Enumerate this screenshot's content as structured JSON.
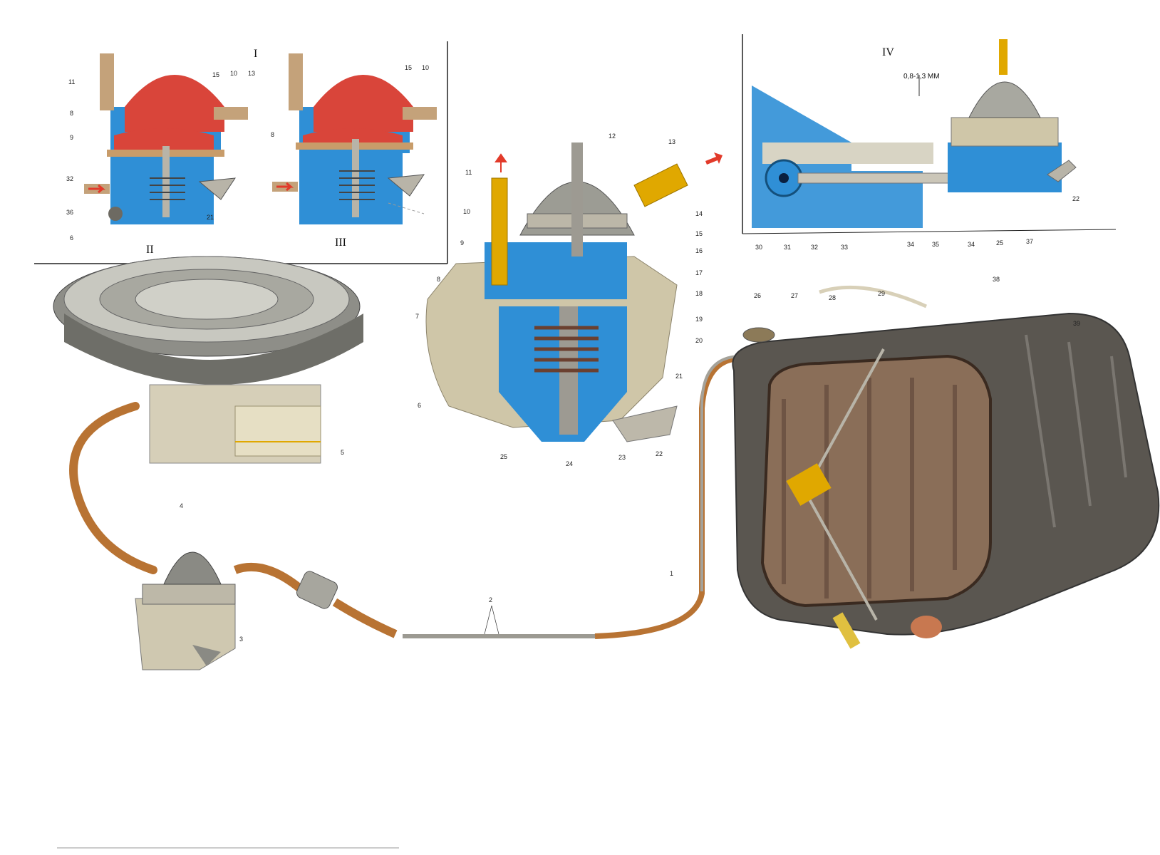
{
  "colors": {
    "fuel_red": "#d9453a",
    "housing_blue": "#2f8fd6",
    "metal": "#b8b4a8",
    "metal_dark": "#6d6a62",
    "copper": "#b87333",
    "brass": "#e0a800",
    "tank": "#5a5650",
    "tank_inner": "#8a6e58",
    "arrow": "#e23a2a"
  },
  "views": {
    "v1": "I",
    "v2": "II",
    "v3": "III",
    "v4": "IV"
  },
  "dimension": "0,8-1,3 MM",
  "labels": {
    "i_11": "11",
    "i_8": "8",
    "i_9": "9",
    "i_32": "32",
    "i_36": "36",
    "i_6": "6",
    "i_15": "15",
    "i_10": "10",
    "i_13": "13",
    "i_21": "21",
    "iii_15": "15",
    "iii_10": "10",
    "iii_8": "8",
    "m_11": "11",
    "m_12": "12",
    "m_13": "13",
    "m_10": "10",
    "m_9": "9",
    "m_8": "8",
    "m_7": "7",
    "m_6": "6",
    "m_14": "14",
    "m_15": "15",
    "m_16": "16",
    "m_17": "17",
    "m_18": "18",
    "m_19": "19",
    "m_20": "20",
    "m_21": "21",
    "m_25": "25",
    "m_24": "24",
    "m_23": "23",
    "m_22": "22",
    "iv_30": "30",
    "iv_31": "31",
    "iv_32": "32",
    "iv_33": "33",
    "iv_34a": "34",
    "iv_35": "35",
    "iv_34b": "34",
    "iv_25": "25",
    "iv_37": "37",
    "iv_22": "22",
    "t_26": "26",
    "t_27": "27",
    "t_28": "28",
    "t_29": "29",
    "t_38": "38",
    "t_39": "39",
    "t_1": "1",
    "p_2": "2",
    "p_3": "3",
    "p_4": "4",
    "p_5": "5"
  },
  "icons": {
    "flow_arrow_up": "arrow-up-icon",
    "flow_arrow_right": "arrow-right-icon"
  }
}
